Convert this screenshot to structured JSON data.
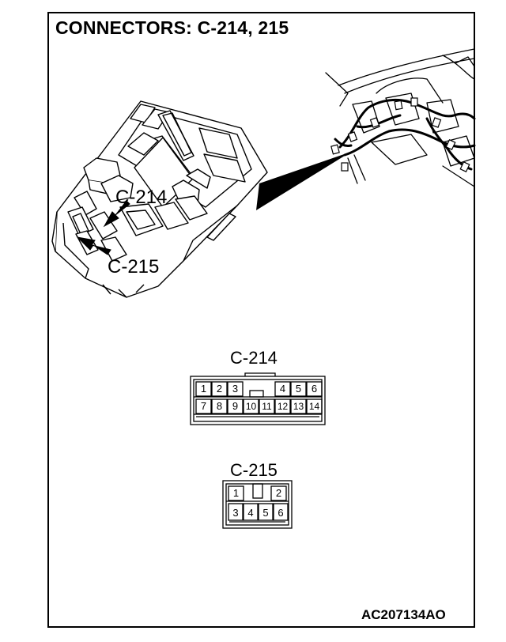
{
  "title": "CONNECTORS: C-214, 215",
  "figure_code": "AC207134AO",
  "callouts": {
    "c214": "C-214",
    "c215": "C-215"
  },
  "connector_c214": {
    "label": "C-214",
    "top_row": [
      "1",
      "2",
      "3",
      "4",
      "5",
      "6"
    ],
    "bottom_row": [
      "7",
      "8",
      "9",
      "10",
      "11",
      "12",
      "13",
      "14"
    ]
  },
  "connector_c215": {
    "label": "C-215",
    "top_row": [
      "1",
      "2"
    ],
    "bottom_row": [
      "3",
      "4",
      "5",
      "6"
    ]
  }
}
